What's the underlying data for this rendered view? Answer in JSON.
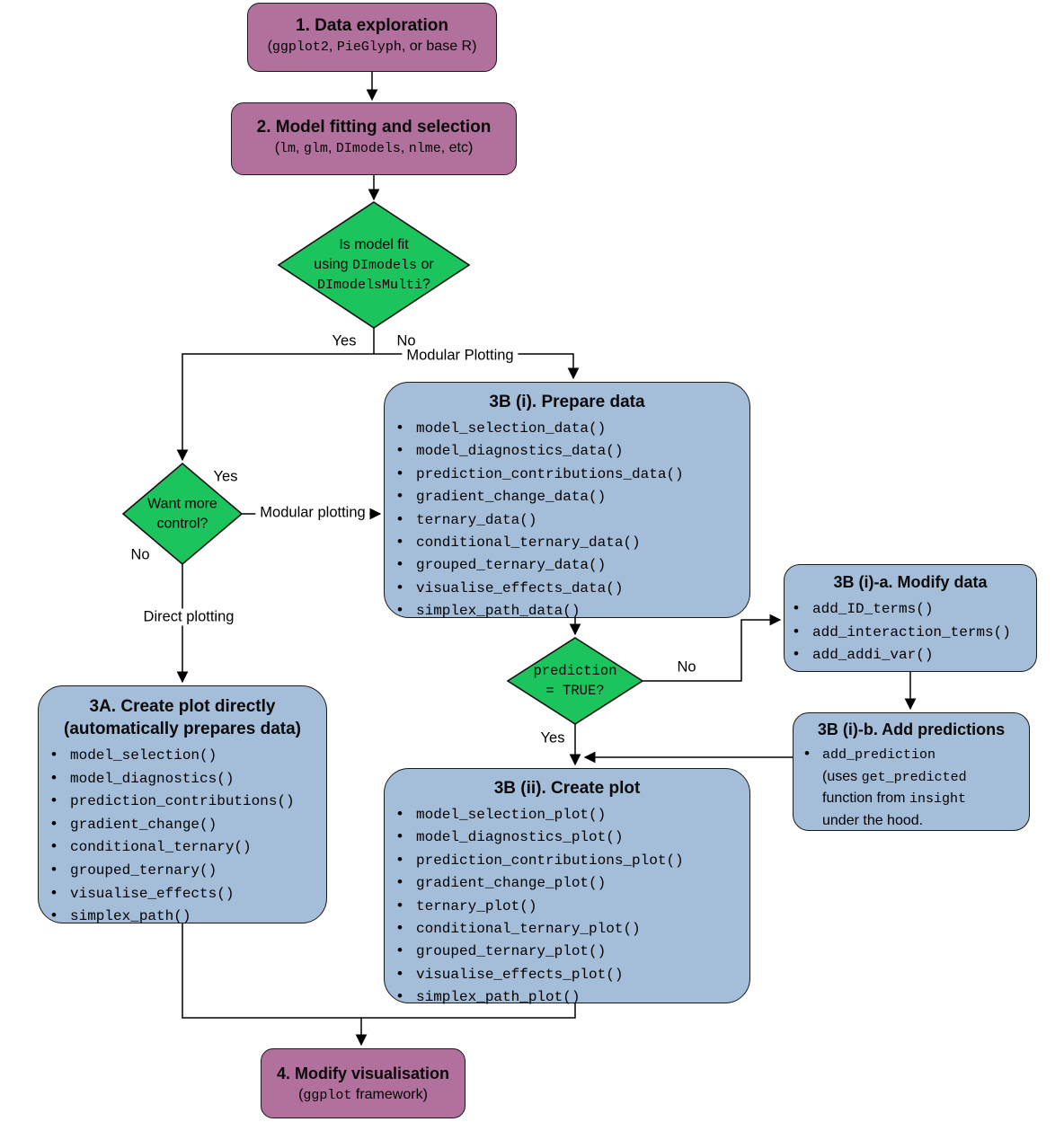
{
  "colors": {
    "node_purple": "#b2709c",
    "node_blue": "#a4bdd9",
    "node_green": "#1cc45e",
    "line": "#000000",
    "background": "#ffffff"
  },
  "nodes": {
    "step1": {
      "title": "1. Data exploration",
      "sub_p0": "(",
      "sub_c1": "ggplot2",
      "sub_p1": ", ",
      "sub_c2": "PieGlyph",
      "sub_p2": ", or base R)"
    },
    "step2": {
      "title": "2. Model fitting and selection",
      "sub_p0": "(",
      "sub_c1": "lm",
      "sub_p1": ", ",
      "sub_c2": "glm",
      "sub_p2": ", ",
      "sub_c3": "DImodels",
      "sub_p3": ", ",
      "sub_c4": "nlme",
      "sub_p4": ", etc)"
    },
    "decision_model": {
      "l1": "Is model fit",
      "l2a": "using ",
      "l2b": "DImodels",
      "l2c": " or",
      "l3a": "DImodelsMulti",
      "l3b": "?"
    },
    "decision_control": {
      "l1": "Want more",
      "l2": "control?"
    },
    "decision_prediction": {
      "l1": "prediction",
      "l2": "= TRUE?"
    },
    "plot_direct": {
      "title1": "3A. Create plot directly",
      "title2": "(automatically prepares data)",
      "items": [
        "model_selection()",
        "model_diagnostics()",
        "prediction_contributions()",
        "gradient_change()",
        "conditional_ternary()",
        "grouped_ternary()",
        "visualise_effects()",
        "simplex_path()"
      ]
    },
    "prepare_data": {
      "title": "3B (i). Prepare data",
      "items": [
        "model_selection_data()",
        "model_diagnostics_data()",
        "prediction_contributions_data()",
        "gradient_change_data()",
        "ternary_data()",
        "conditional_ternary_data()",
        "grouped_ternary_data()",
        "visualise_effects_data()",
        "simplex_path_data()"
      ]
    },
    "modify_data": {
      "title": "3B (i)-a. Modify data",
      "items": [
        "add_ID_terms()",
        "add_interaction_terms()",
        "add_addi_var()"
      ]
    },
    "add_predictions": {
      "title": "3B (i)-b. Add predictions",
      "item_code": "add_prediction",
      "l2a": "(uses ",
      "l2b": "get_predicted",
      "l3a": "function from ",
      "l3b": "insight",
      "l4": "under the hood."
    },
    "create_plot": {
      "title": "3B (ii). Create plot",
      "items": [
        "model_selection_plot()",
        "model_diagnostics_plot()",
        "prediction_contributions_plot()",
        "gradient_change_plot()",
        "ternary_plot()",
        "conditional_ternary_plot()",
        "grouped_ternary_plot()",
        "visualise_effects_plot()",
        "simplex_path_plot()"
      ]
    },
    "step4": {
      "title": "4. Modify visualisation",
      "sub_p0": "(",
      "sub_c1": "ggplot",
      "sub_p1": " framework)"
    }
  },
  "edge_labels": {
    "yes": "Yes",
    "no": "No",
    "modular_plotting_title": "Modular Plotting",
    "modular_plotting": "Modular plotting",
    "direct_plotting": "Direct plotting"
  }
}
